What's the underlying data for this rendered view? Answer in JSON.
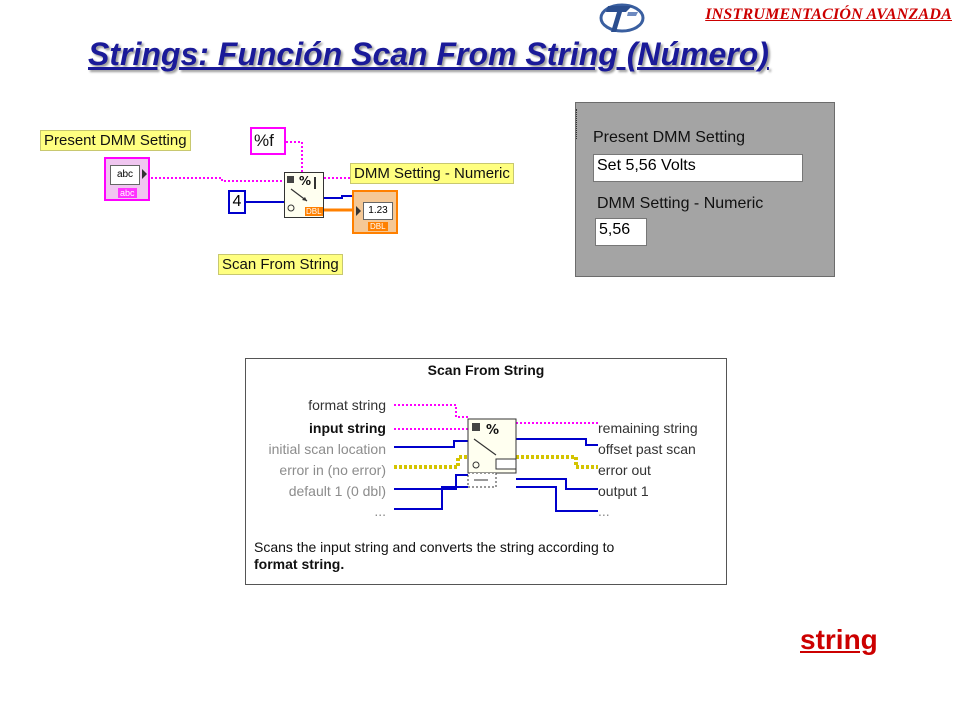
{
  "header": {
    "org_name": "INSTRUMENTACIÓN AVANZADA",
    "title": "Strings: Función Scan From String (Número)"
  },
  "block_diagram": {
    "labels": {
      "present_dmm": "Present DMM Setting",
      "format_const": "%f",
      "dmm_numeric": "DMM Setting - Numeric",
      "scan_node": "Scan From String"
    },
    "constant_value": "4",
    "terminal_string_text": "abc",
    "terminal_string_type": "abc",
    "terminal_numeric_text": "1.23",
    "terminal_numeric_type": "DBL",
    "node_out_type": "DBL"
  },
  "front_panel": {
    "present_label": "Present DMM Setting",
    "present_value": "Set 5,56 Volts",
    "numeric_label": "DMM Setting - Numeric",
    "numeric_value": "5,56"
  },
  "help": {
    "title": "Scan From String",
    "inputs": [
      "format string",
      "input string",
      "initial scan location",
      "error in (no error)",
      "default 1 (0 dbl)",
      "..."
    ],
    "outputs": [
      "remaining string",
      "offset past scan",
      "error out",
      "output 1",
      "..."
    ],
    "desc_plain": "Scans the input string and converts the string according to",
    "desc_bold": "format string."
  },
  "link": {
    "label": "string"
  },
  "colors": {
    "string_wire": "#ff00ff",
    "numeric_wire": "#0000cc",
    "dbl_wire": "#ff8000",
    "error_wire": "#d4c400",
    "title": "#1a1a99",
    "accent": "#cc0000"
  }
}
